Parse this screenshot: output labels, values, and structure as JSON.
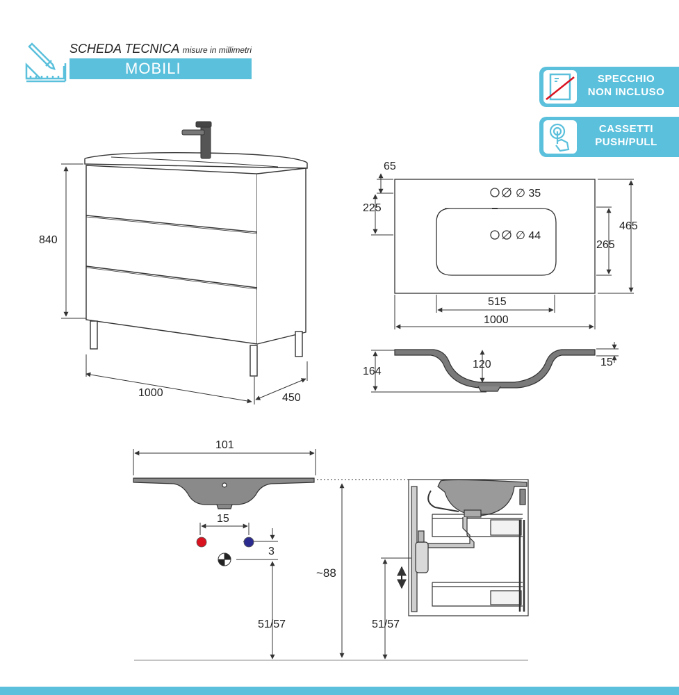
{
  "header": {
    "title": "SCHEDA TECNICA",
    "subtitle": "misure in millimetri",
    "category": "MOBILI",
    "ruler_icon": "ruler-pencil-icon"
  },
  "badges": [
    {
      "icon": "mirror-crossed-icon",
      "line1": "SPECCHIO",
      "line2": "NON INCLUSO"
    },
    {
      "icon": "touch-hand-icon",
      "line1": "CASSETTI",
      "line2": "PUSH/PULL"
    }
  ],
  "dimensions": {
    "cabinet_height": "840",
    "cabinet_width": "1000",
    "cabinet_depth": "450",
    "top_offset": "65",
    "basin_distance": "225",
    "hole_tap": "∅ 35",
    "hole_drain": "∅ 44",
    "total_depth": "465",
    "basin_depth": "265",
    "basin_width": "515",
    "top_width": "1000",
    "section_height": "164",
    "bowl_depth": "120",
    "rim_thickness": "15",
    "side_width": "101",
    "pipe_spacing": "15",
    "drain_offset": "3",
    "install_height": "~88",
    "drain_height_front": "51/57",
    "drain_height_side": "51/57"
  },
  "colors": {
    "accent": "#5bc0dc",
    "hot_water": "#d9121f",
    "cold_water": "#2b2b8f",
    "line": "#333333"
  }
}
